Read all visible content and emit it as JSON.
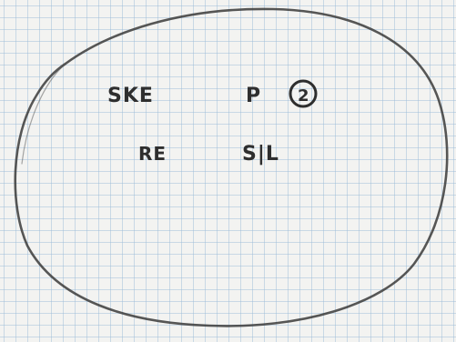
{
  "sketch": {
    "words": [
      {
        "id": "word-1",
        "text": "SKE"
      },
      {
        "id": "word-2",
        "text": "P"
      },
      {
        "id": "word-3",
        "text": "RE"
      },
      {
        "id": "word-4",
        "text": "S|L"
      }
    ],
    "circled_mark": "2"
  },
  "colors": {
    "paper": "#f3f3f1",
    "grid": "#96b9d7",
    "ink": "#2e2e2e",
    "pencil": "#3a3a3a"
  }
}
